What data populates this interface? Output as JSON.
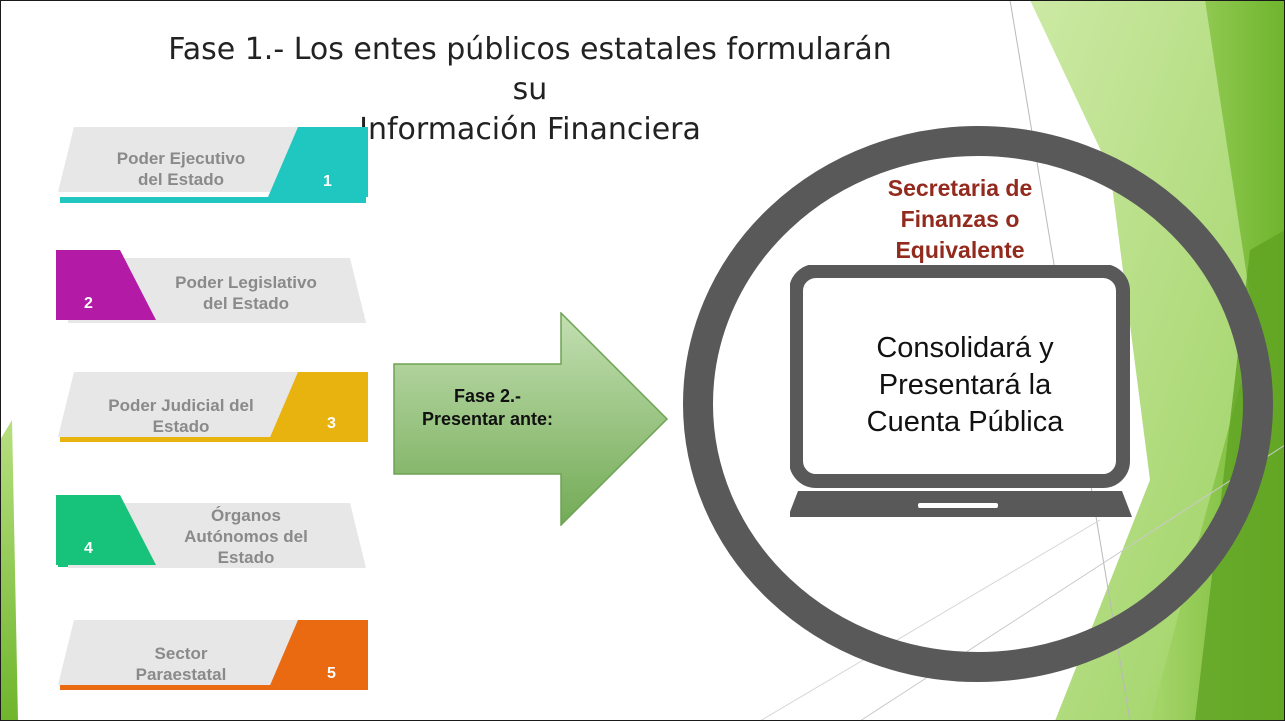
{
  "title": {
    "line1": "Fase 1.- Los entes públicos estatales formularán su",
    "line2": "Información Financiera"
  },
  "entities": [
    {
      "line1": "Poder Ejecutivo",
      "line2": "del Estado",
      "line3": "",
      "number": "1",
      "color": "#1fc7c0",
      "side": "right"
    },
    {
      "line1": "Poder Legislativo",
      "line2": "del Estado",
      "line3": "",
      "number": "2",
      "color": "#b31aa6",
      "side": "left"
    },
    {
      "line1": "Poder Judicial del",
      "line2": "Estado",
      "line3": "",
      "number": "3",
      "color": "#e8b30f",
      "side": "right"
    },
    {
      "line1": "Órganos",
      "line2": "Autónomos del",
      "line3": "Estado",
      "number": "4",
      "color": "#17c27a",
      "side": "left"
    },
    {
      "line1": "Sector",
      "line2": "Paraestatal",
      "line3": "",
      "number": "5",
      "color": "#ea6a12",
      "side": "right"
    }
  ],
  "arrow": {
    "line1": "Fase 2.-",
    "line2": "Presentar ante:"
  },
  "secretaria": {
    "line1": "Secretaria de",
    "line2": "Finanzas o",
    "line3": "Equivalente"
  },
  "screen": {
    "line1": "Consolidará y",
    "line2": "Presentará la",
    "line3": "Cuenta Pública"
  },
  "colors": {
    "accent_green": "#7dc03a",
    "ring": "#595959",
    "secretaria_text": "#922a1d",
    "arrow": "#8cbf72"
  }
}
